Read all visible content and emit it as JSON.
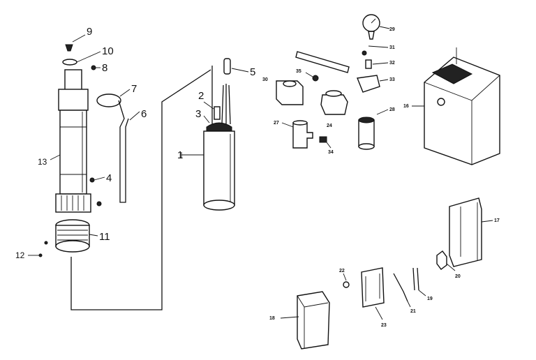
{
  "callouts": [
    {
      "id": "c9",
      "text": "9"
    },
    {
      "id": "c10",
      "text": "10"
    },
    {
      "id": "c8",
      "text": "8"
    },
    {
      "id": "c13",
      "text": "13"
    },
    {
      "id": "c7",
      "text": "7"
    },
    {
      "id": "c6",
      "text": "6"
    },
    {
      "id": "c4",
      "text": "4"
    },
    {
      "id": "c11",
      "text": "11"
    },
    {
      "id": "c12",
      "text": "12"
    },
    {
      "id": "c5",
      "text": "5"
    },
    {
      "id": "c2",
      "text": "2"
    },
    {
      "id": "c3",
      "text": "3"
    },
    {
      "id": "c1",
      "text": "1"
    },
    {
      "id": "c29",
      "text": "29"
    },
    {
      "id": "c31",
      "text": "31"
    },
    {
      "id": "c32",
      "text": "32"
    },
    {
      "id": "c33",
      "text": "33"
    },
    {
      "id": "c30",
      "text": "30"
    },
    {
      "id": "c35",
      "text": "35"
    },
    {
      "id": "c27",
      "text": "27"
    },
    {
      "id": "c24",
      "text": "24"
    },
    {
      "id": "c34",
      "text": "34"
    },
    {
      "id": "c28",
      "text": "28"
    },
    {
      "id": "c16",
      "text": "16"
    },
    {
      "id": "c17",
      "text": "17"
    },
    {
      "id": "c20",
      "text": "20"
    },
    {
      "id": "c22",
      "text": "22"
    },
    {
      "id": "c21",
      "text": "21"
    },
    {
      "id": "c19",
      "text": "19"
    },
    {
      "id": "c18",
      "text": "18"
    },
    {
      "id": "c23",
      "text": "23"
    }
  ]
}
